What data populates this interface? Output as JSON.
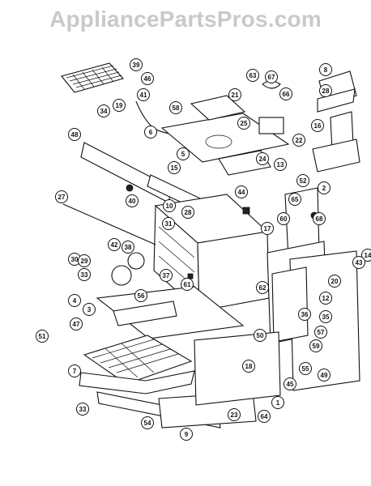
{
  "watermark": "AppliancePartsPros.com",
  "callouts": [
    "39",
    "46",
    "34",
    "19",
    "41",
    "58",
    "21",
    "63",
    "67",
    "66",
    "8",
    "28",
    "6",
    "25",
    "16",
    "48",
    "5",
    "24",
    "22",
    "13",
    "15",
    "52",
    "40",
    "10",
    "44",
    "65",
    "2",
    "27",
    "28",
    "31",
    "60",
    "68",
    "17",
    "14",
    "30",
    "29",
    "42",
    "38",
    "20",
    "12",
    "33",
    "61",
    "37",
    "62",
    "43",
    "4",
    "56",
    "3",
    "36",
    "35",
    "47",
    "57",
    "50",
    "59",
    "51",
    "18",
    "55",
    "45",
    "49",
    "7",
    "1",
    "33",
    "54",
    "23",
    "64",
    "9"
  ]
}
